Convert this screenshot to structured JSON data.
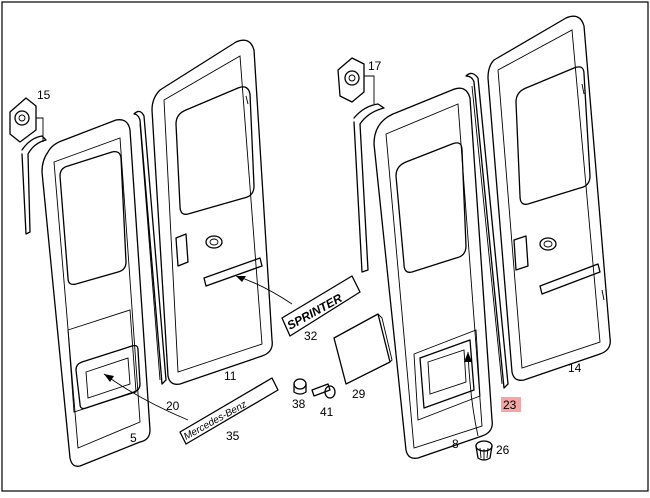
{
  "diagram": {
    "callouts": {
      "c15": "15",
      "c17": "17",
      "c5": "5",
      "c20": "20",
      "c11": "11",
      "c32": "32",
      "c35": "35",
      "c38": "38",
      "c41": "41",
      "c29": "29",
      "c8": "8",
      "c26": "26",
      "c23": "23",
      "c14": "14"
    },
    "badges": {
      "sprinter": "SPRINTER",
      "mercedes": "Mercedes-Benz"
    },
    "highlight_color": "#f4a6a6"
  }
}
